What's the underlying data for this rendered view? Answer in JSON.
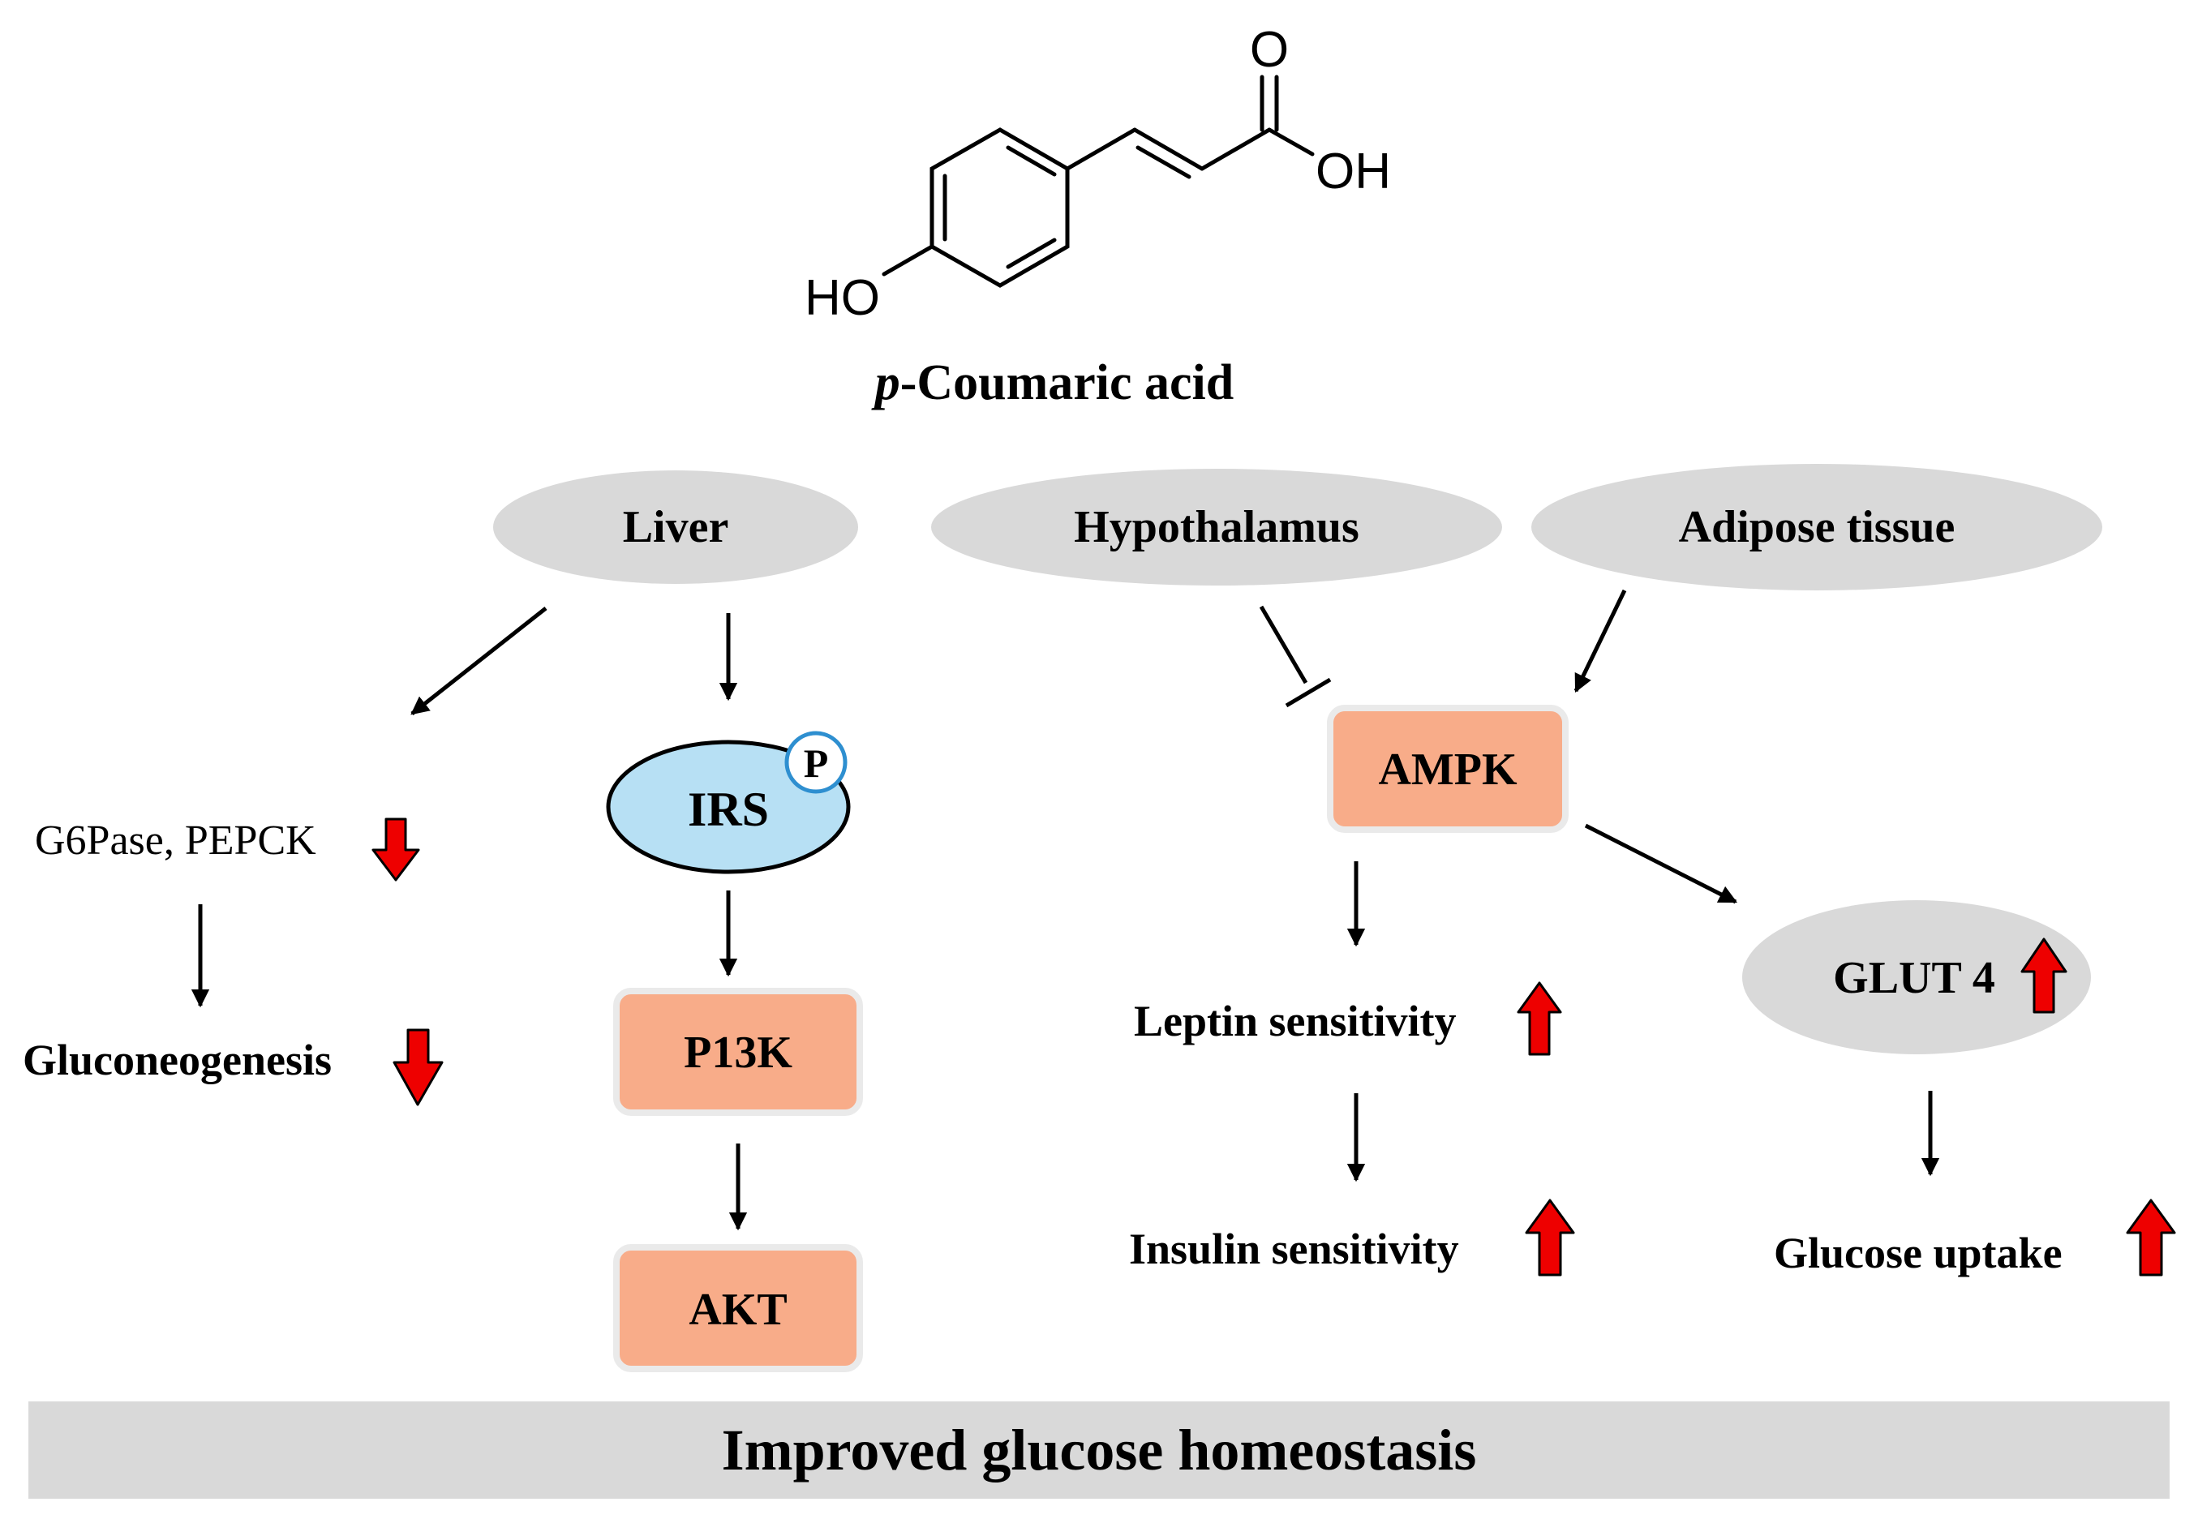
{
  "compound": {
    "italic_prefix": "p",
    "name_rest": "-Coumaric acid",
    "atoms": {
      "carbonyl_o": "O",
      "hydroxyl_acid": "OH",
      "phenol": "HO"
    }
  },
  "tissues": {
    "liver": "Liver",
    "hypothalamus": "Hypothalamus",
    "adipose": "Adipose tissue"
  },
  "liver_branch": {
    "enzymes": "G6Pase, PEPCK",
    "gluconeogenesis": "Gluconeogenesis",
    "irs": "IRS",
    "phospho": "P",
    "p13k": "P13K",
    "akt": "AKT"
  },
  "ampk_branch": {
    "ampk": "AMPK",
    "leptin": "Leptin sensitivity",
    "insulin": "Insulin sensitivity",
    "glut4": "GLUT 4",
    "glucose_uptake": "Glucose uptake"
  },
  "outcome": "Improved glucose homeostasis",
  "colors": {
    "tissue_fill": "#d9d9d9",
    "protein_fill": "#f8ac89",
    "protein_border": "#eaeaea",
    "irs_fill": "#b7e0f4",
    "phospho_stroke": "#2e8fd0",
    "indicator": "#ee0000",
    "banner": "#d9d9d9"
  }
}
